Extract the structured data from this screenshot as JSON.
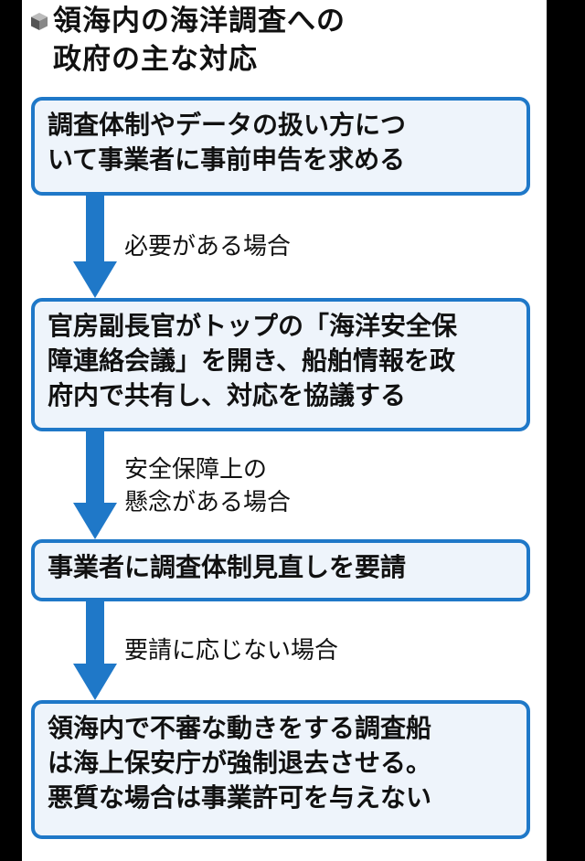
{
  "title": {
    "lines": [
      "領海内の海洋調査への",
      "政府の主な対応"
    ]
  },
  "steps": [
    {
      "lines": [
        "調査体制やデータの扱い方につ",
        "いて事業者に事前申告を求める"
      ]
    },
    {
      "lines": [
        "官房副長官がトップの「海洋安全保",
        "障連絡会議」を開き、船舶情報を政",
        "府内で共有し、対応を協議する"
      ]
    },
    {
      "lines": [
        "事業者に調査体制見直しを要請"
      ]
    },
    {
      "lines": [
        "領海内で不審な動きをする調査船",
        "は海上保安庁が強制退去させる。",
        "悪質な場合は事業許可を与えない"
      ]
    }
  ],
  "conditions": [
    {
      "lines": [
        "必要がある場合"
      ]
    },
    {
      "lines": [
        "安全保障上の",
        "懸念がある場合"
      ]
    },
    {
      "lines": [
        "要請に応じない場合"
      ]
    }
  ],
  "colors": {
    "accent": "#1f78c8",
    "box_fill": "#eef4fb",
    "text": "#111111",
    "background": "#000000"
  },
  "icons": {
    "title_bullet": "cube-icon",
    "connector": "arrow-down-icon"
  }
}
